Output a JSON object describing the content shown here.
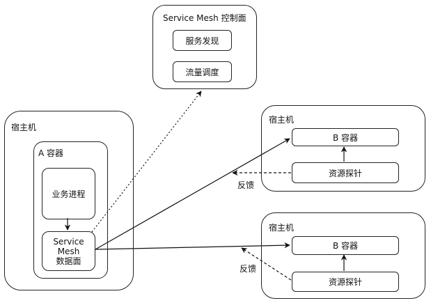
{
  "control_plane": {
    "title": "Service Mesh 控制面",
    "items": [
      "服务发现",
      "流量调度"
    ]
  },
  "host_a": {
    "title": "宿主机",
    "container_title": "A 容器",
    "process": "业务进程",
    "data_plane": [
      "Service",
      "Mesh",
      "数据面"
    ]
  },
  "host_b1": {
    "title": "宿主机",
    "container": "B 容器",
    "probe": "资源探针",
    "feedback": "反馈"
  },
  "host_b2": {
    "title": "宿主机",
    "container": "B 容器",
    "probe": "资源探针",
    "feedback": "反馈"
  }
}
